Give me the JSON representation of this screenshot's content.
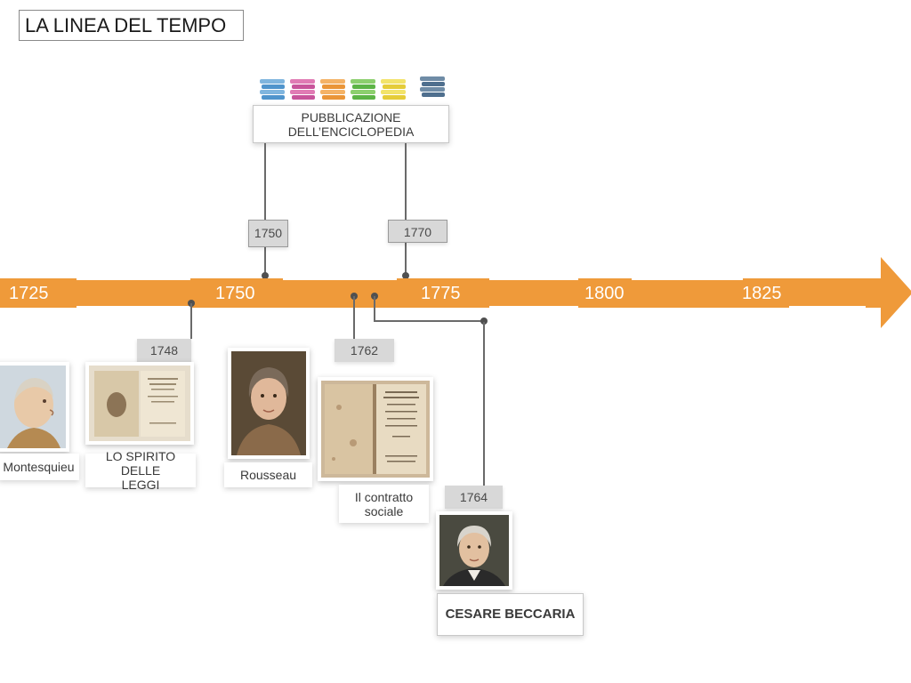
{
  "title": "LA LINEA DEL TEMPO",
  "timeline": {
    "color": "#ef9a3a",
    "years": [
      "1725",
      "1750",
      "1775",
      "1800",
      "1825"
    ]
  },
  "encyclopedia": {
    "label": "PUBBLICAZIONE DELL’ENCICLOPEDIA",
    "start_year": "1750",
    "end_year": "1770",
    "icon": "stack-of-books-icon"
  },
  "events": {
    "montesquieu": {
      "name": "Montesquieu"
    },
    "spirito": {
      "year": "1748",
      "label": "LO SPIRITO DELLE LEGGI"
    },
    "rousseau": {
      "name": "Rousseau"
    },
    "contratto": {
      "year": "1762",
      "label": "Il contratto sociale"
    },
    "beccaria": {
      "year": "1764",
      "name": "CESARE BECCARIA"
    }
  }
}
